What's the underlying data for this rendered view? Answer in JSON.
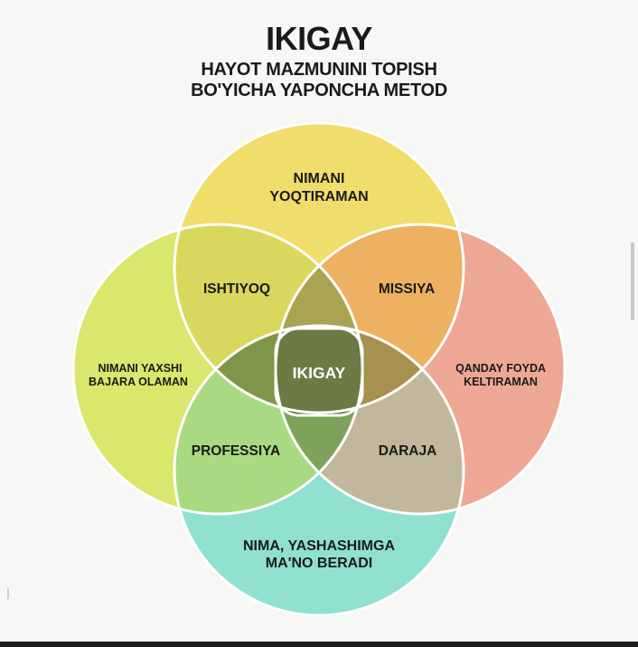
{
  "header": {
    "title": "IKIGAY",
    "subtitle_line1": "HAYOT MAZMUNINI TOPISH",
    "subtitle_line2": "BO'YICHA YAPONCHA METOD"
  },
  "circles": {
    "top": {
      "line1": "NIMANI",
      "line2": "YOQTIRAMAN",
      "color": "#f1dd6b"
    },
    "left": {
      "line1": "NIMANI YAXSHI",
      "line2": "BAJARA OLAMAN",
      "color": "#dbe66c"
    },
    "right": {
      "line1": "QANDAY FOYDA",
      "line2": "KELTIRAMAN",
      "color": "#eda793"
    },
    "bottom": {
      "line1": "NIMA, YASHASHIMGA",
      "line2": "MA'NO BERADI",
      "color": "#8fe0d0"
    }
  },
  "intersections": {
    "top_left": {
      "label": "ISHTIYOQ",
      "color": "#d9d85e"
    },
    "top_right": {
      "label": "MISSIYA",
      "color": "#eeb061"
    },
    "bottom_left": {
      "label": "PROFESSIYA",
      "color": "#a9da82"
    },
    "bottom_right": {
      "label": "DARAJA",
      "color": "#c1b79c"
    },
    "center": {
      "label": "IKIGAY",
      "color": "#6d7a43"
    }
  },
  "colors": {
    "outline": "#ffffff",
    "text_dark": "#1a1a1a",
    "text_light": "#ffffff"
  }
}
